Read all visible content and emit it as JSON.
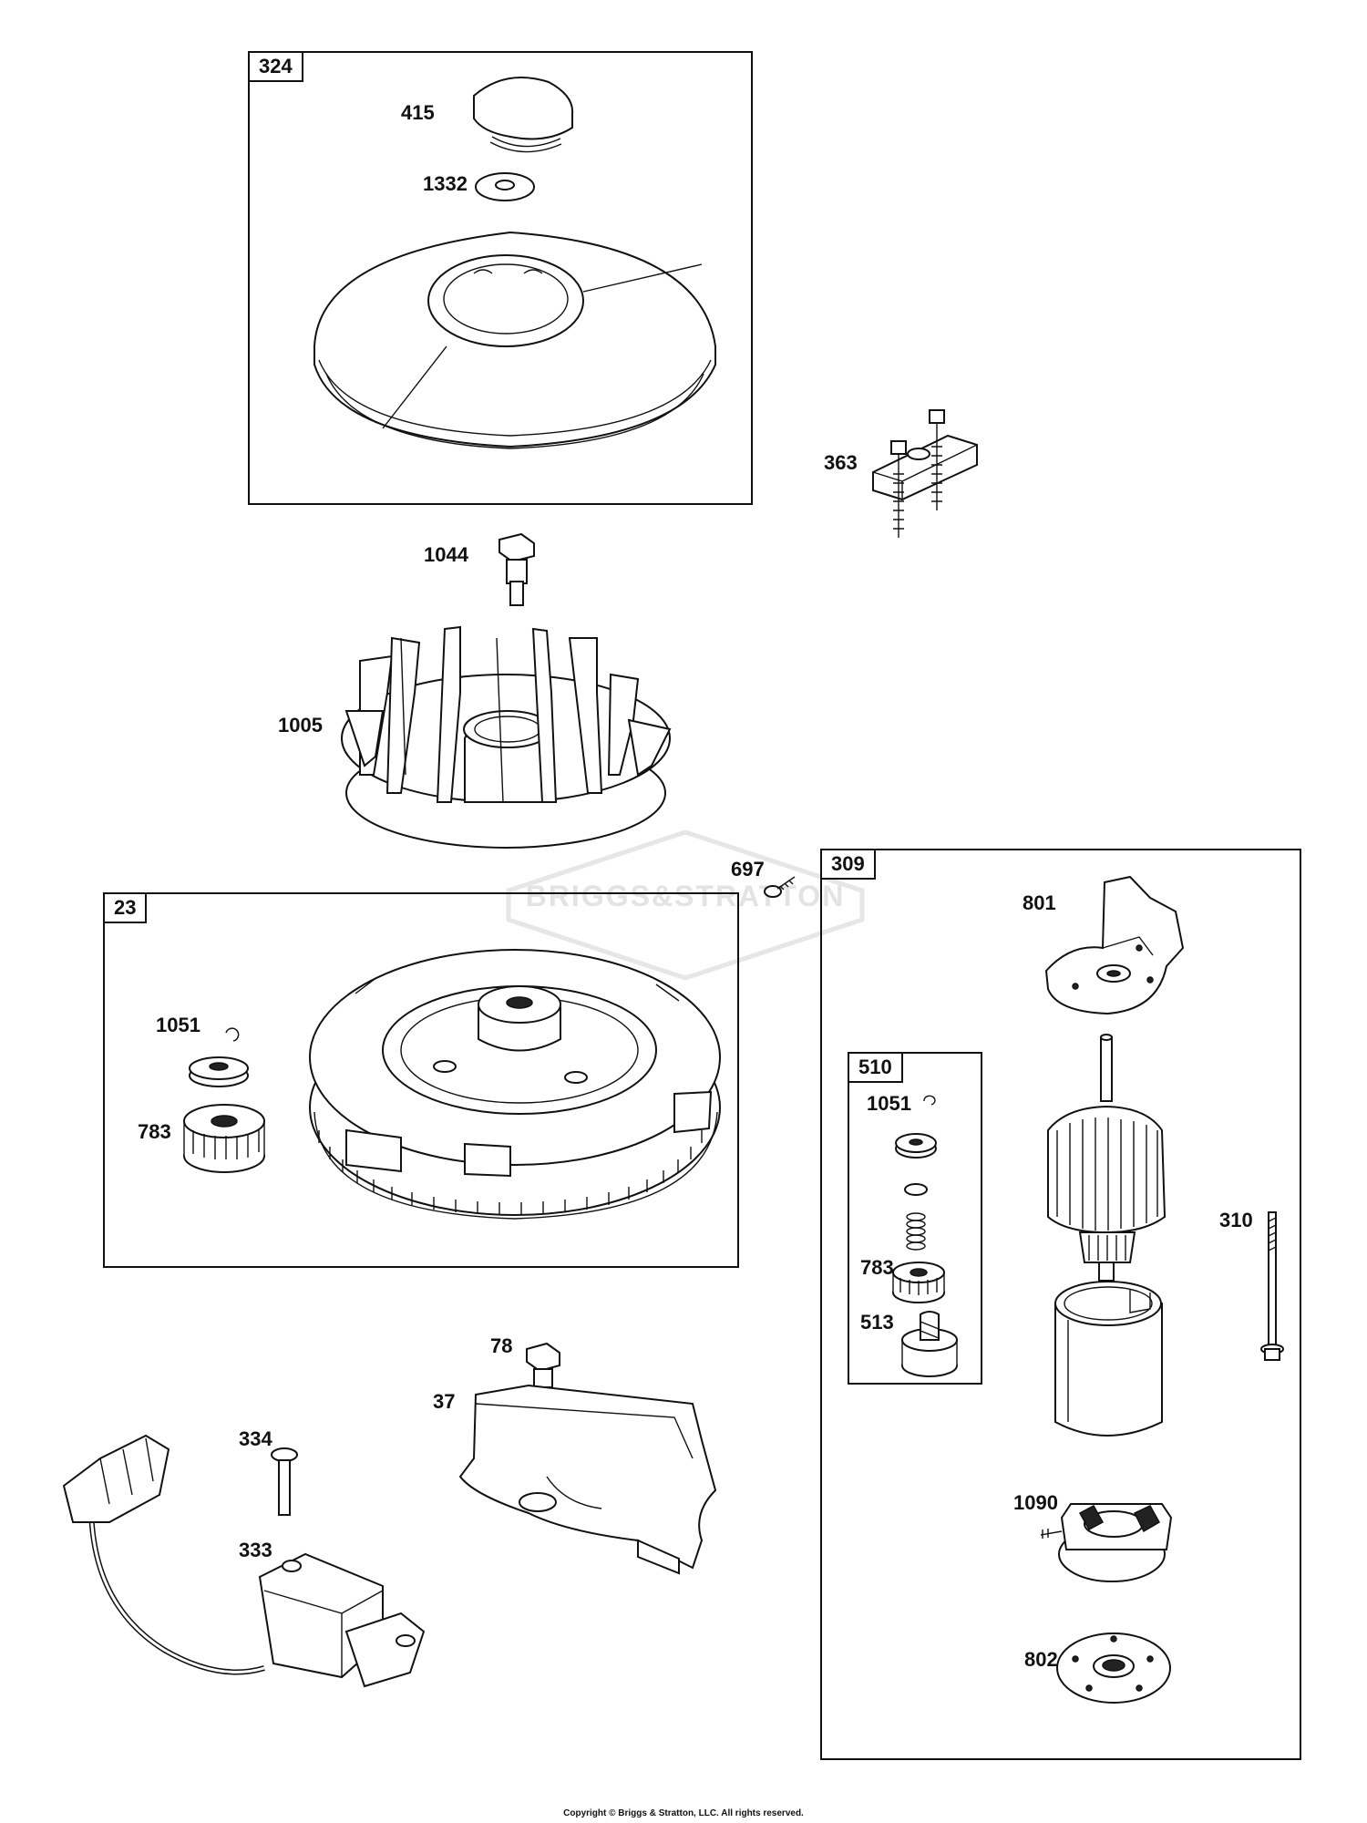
{
  "groups": {
    "g324": "324",
    "g23": "23",
    "g309": "309",
    "g510": "510"
  },
  "parts": {
    "p415": "415",
    "p1332": "1332",
    "p363": "363",
    "p1044": "1044",
    "p1005": "1005",
    "p697": "697",
    "p1051a": "1051",
    "p783a": "783",
    "p801": "801",
    "p1051b": "1051",
    "p783b": "783",
    "p513": "513",
    "p310": "310",
    "p78": "78",
    "p37": "37",
    "p334": "334",
    "p333": "333",
    "p1090": "1090",
    "p802": "802"
  },
  "watermark": "BRIGGS&STRATTON",
  "copyright": "Copyright © Briggs & Stratton, LLC. All rights reserved."
}
